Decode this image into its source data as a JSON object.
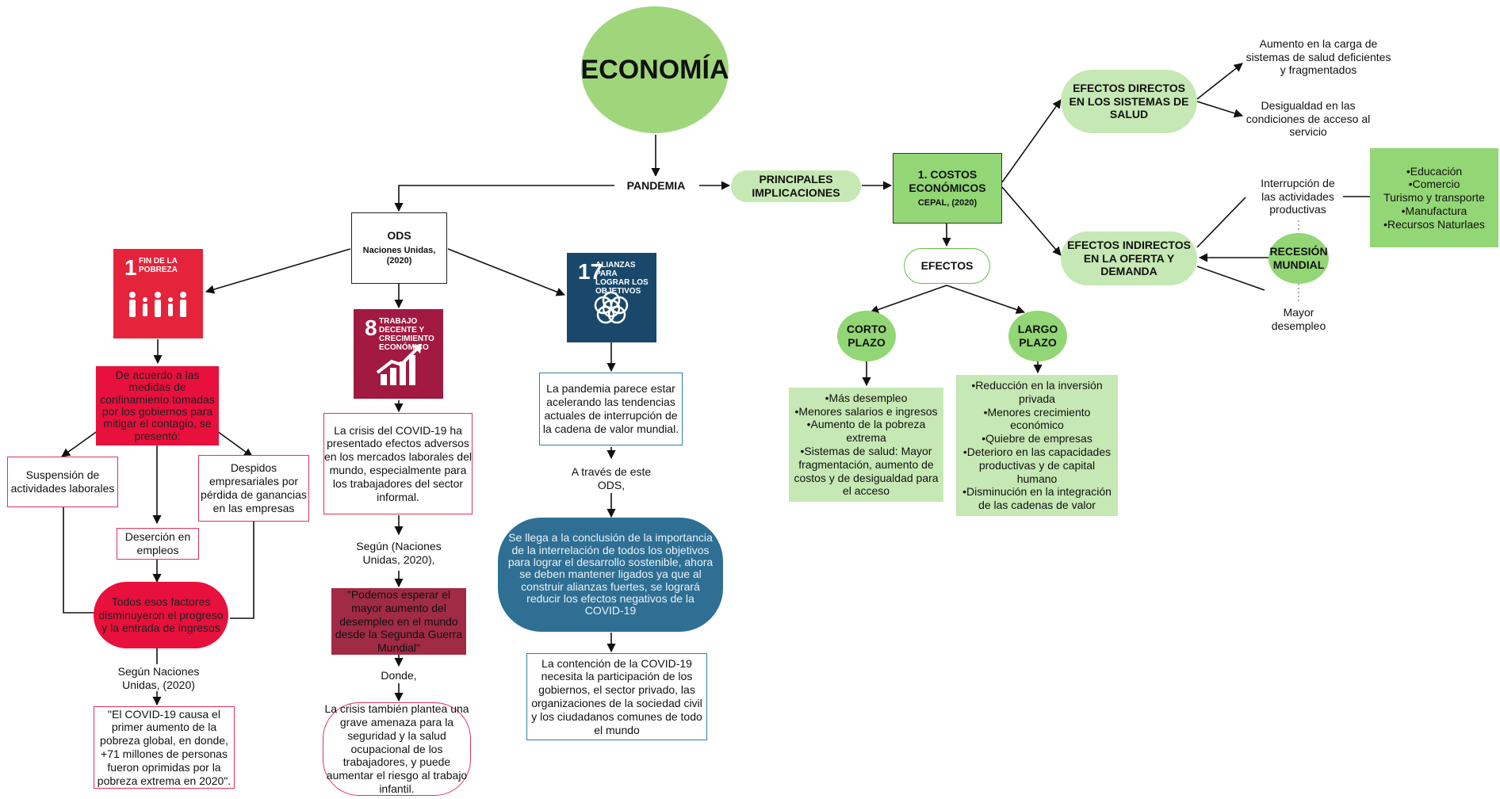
{
  "title": "ECONOMÍA",
  "pandemia": "PANDEMIA",
  "principales": "PRINCIPALES IMPLICACIONES",
  "costos": {
    "title": "1. COSTOS ECONÓMICOS",
    "source": "CEPAL, (2020)"
  },
  "efectos": "EFECTOS",
  "corto_plazo": "CORTO PLAZO",
  "largo_plazo": "LARGO PLAZO",
  "corto_items": [
    "•Más desempleo",
    "•Menores salarios e ingresos",
    "•Aumento de la pobreza extrema",
    "•Sistemas de salud: Mayor fragmentación, aumento de costos y de desigualdad para el acceso"
  ],
  "largo_items": [
    "•Reducción en la inversión privada",
    "•Menores crecimiento económico",
    "•Quiebre de empresas",
    "•Deterioro en las capacidades productivas y de capital humano",
    "•Disminución en la integración de las cadenas de valor"
  ],
  "efectos_directos": "EFECTOS DIRECTOS EN LOS SISTEMAS DE SALUD",
  "directos_1": "Aumento en la carga de sistemas de salud deficientes y fragmentados",
  "directos_2": "Desigualdad en las condiciones de acceso al servicio",
  "efectos_indirectos": "EFECTOS INDIRECTOS EN LA OFERTA Y DEMANDA",
  "interrupcion": "Interrupción de las actividades productivas",
  "recesion": "RECESIÓN MUNDIAL",
  "mayor_desempleo": "Mayor desempleo",
  "sectores": [
    "•Educación",
    "•Comercio",
    "Turismo y transporte",
    "•Manufactura",
    "•Recursos Naturlaes"
  ],
  "ods": {
    "title": "ODS",
    "source": "Naciones Unidas, (2020)"
  },
  "sdg1": {
    "num": "1",
    "label": "FIN DE LA POBREZA",
    "color": "#e5243b"
  },
  "sdg8": {
    "num": "8",
    "label": "TRABAJO DECENTE Y CRECIMIENTO ECONÓMICO",
    "color": "#a21942"
  },
  "sdg17": {
    "num": "17",
    "label": "ALIANZAS PARA LOGRAR LOS OBJETIVOS",
    "color": "#19486a"
  },
  "left": {
    "medidas": "De acuerdo a las medidas de confinamiento tomadas por los gobiernos para mitigar el contagio, se presentó:",
    "suspension": "Suspensión de actividades laborales",
    "despidos": "Despidos empresariales por pérdida de ganancias en las empresas",
    "desercion": "Deserción en empleos",
    "factores": "Todos esos factores disminuyeron el progreso y la entrada de ingresos",
    "segun": "Según Naciones Unidas, (2020)",
    "quote": "\"El COVID-19 causa el primer aumento de la pobreza global, en donde, +71 millones de personas fueron oprimidas por la pobreza extrema en 2020\"."
  },
  "mid": {
    "crisis": "La crisis del COVID-19 ha presentado efectos adversos en  los mercados laborales del mundo, especialmente para los trabajadores del sector informal.",
    "segun": "Según (Naciones Unidas, 2020),",
    "quote": "\"Podemos esperar el mayor aumento del desempleo en el mundo desde la Segunda Guerra Mundial\"",
    "donde": "Donde,",
    "crisis2": "La crisis también plantea una grave amenaza para la seguridad y la salud ocupacional de los trabajadores, y puede aumentar el riesgo al trabajo infantil."
  },
  "right": {
    "pandemia_acelera": "La pandemia parece estar acelerando las tendencias actuales de interrupción de la cadena de valor mundial.",
    "traves": "A través de este ODS,",
    "conclusion": "Se llega a la conclusión de la importancia de la interrelación de todos los objetivos para lograr el desarrollo sostenible, ahora se deben mantener ligados ya que al construir alianzas fuertes, se logrará reducir los efectos negativos de la COVID-19",
    "contencion": "La contención de la COVID-19 necesita la participación de los gobiernos, el sector privado, las organizaciones de la sociedad civil y los ciudadanos comunes de todo el mundo"
  }
}
